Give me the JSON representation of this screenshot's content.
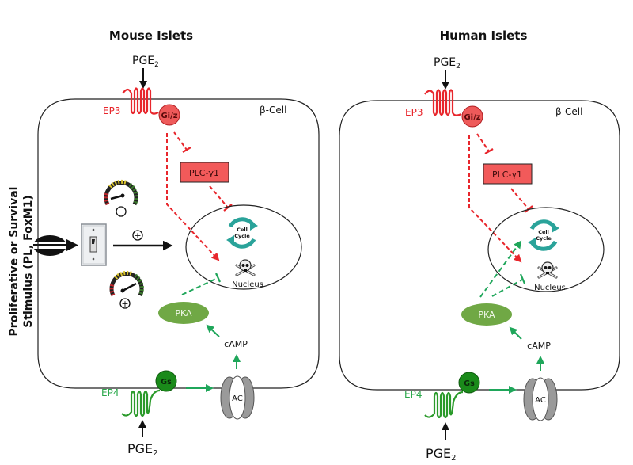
{
  "figure": {
    "side_label": {
      "line1": "Proliferative or Survival",
      "line2": "Stimulus (PL, FoxM1)"
    },
    "colors": {
      "inhibitory_red": "#e8262c",
      "box_red": "#f25a5a",
      "gs_green": "#1a8a1a",
      "ep4_green": "#2aa84a",
      "arrow_green": "#1fa65a",
      "pka_green": "#70a845",
      "cell_cycle_teal": "#2aa39a",
      "ac_gray": "#9a9a9a",
      "outline": "#222222"
    },
    "panels": [
      {
        "title": "Mouse Islets",
        "cell_label": "β-Cell",
        "ligand_top": {
          "base": "PGE",
          "sub": "2"
        },
        "ligand_bottom": {
          "base": "PGE",
          "sub": "2"
        },
        "receptor_top": "EP3",
        "g_protein_top": "Gi/z",
        "enzyme_box": "PLC-γ1",
        "nucleus_label": "Nucleus",
        "cell_cycle": {
          "line1": "Cell",
          "line2": "Cycle"
        },
        "kinase": "PKA",
        "second_messenger": "cAMP",
        "receptor_bottom": "EP4",
        "g_protein_bottom": "Gs",
        "cyclase": "AC",
        "switch_sign": "+",
        "gauge_top_sign": "−",
        "gauge_bottom_sign": "+",
        "pka_to_cell_cycle": false
      },
      {
        "title": "Human Islets",
        "cell_label": "β-Cell",
        "ligand_top": {
          "base": "PGE",
          "sub": "2"
        },
        "ligand_bottom": {
          "base": "PGE",
          "sub": "2"
        },
        "receptor_top": "EP3",
        "g_protein_top": "Gi/z",
        "enzyme_box": "PLC-γ1",
        "nucleus_label": "Nucleus",
        "cell_cycle": {
          "line1": "Cell",
          "line2": "Cycle"
        },
        "kinase": "PKA",
        "second_messenger": "cAMP",
        "receptor_bottom": "EP4",
        "g_protein_bottom": "Gs",
        "cyclase": "AC",
        "pka_to_cell_cycle": true
      }
    ]
  }
}
